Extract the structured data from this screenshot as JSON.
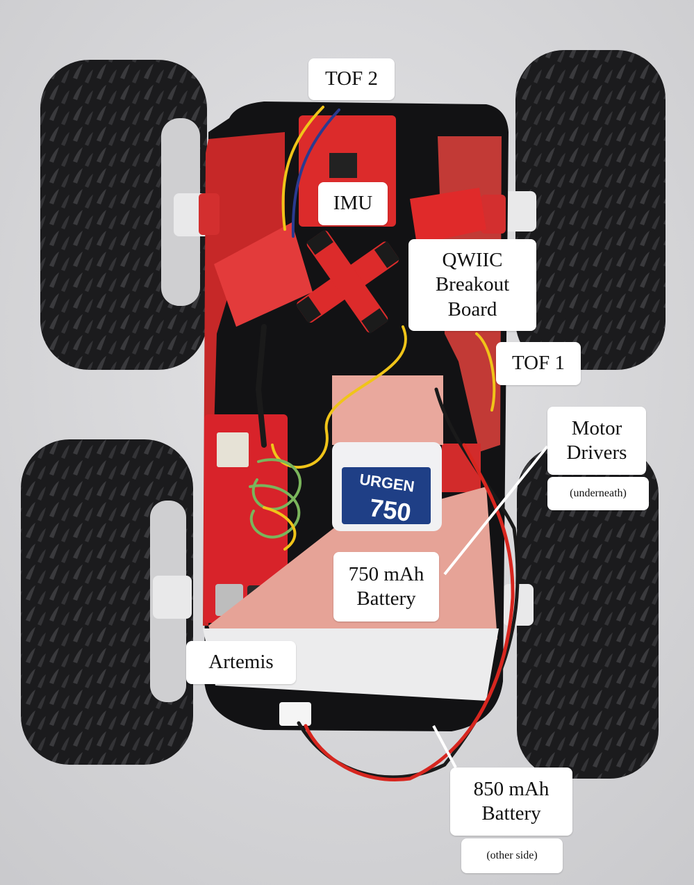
{
  "labels": {
    "tof2": "TOF 2",
    "imu": "IMU",
    "qwiic": "QWIIC\nBreakout\nBoard",
    "tof1": "TOF 1",
    "motor_drivers": "Motor\nDrivers",
    "motor_drivers_note": "(underneath)",
    "battery_750": "750 mAh\nBattery",
    "artemis": "Artemis",
    "battery_850": "850 mAh\nBattery",
    "battery_850_note": "(other side)"
  },
  "photo_text": {
    "battery_brand": "URGEN",
    "battery_capacity": "750"
  },
  "colors": {
    "background": "#d9d9db",
    "tire": "#1c1c1e",
    "chassis": "#c62828",
    "board_red": "#d8232a",
    "tape_pink": "#e8a59c",
    "label_bg": "#ffffff",
    "wire_yellow": "#f0c419",
    "wire_green": "#7ab55c"
  }
}
